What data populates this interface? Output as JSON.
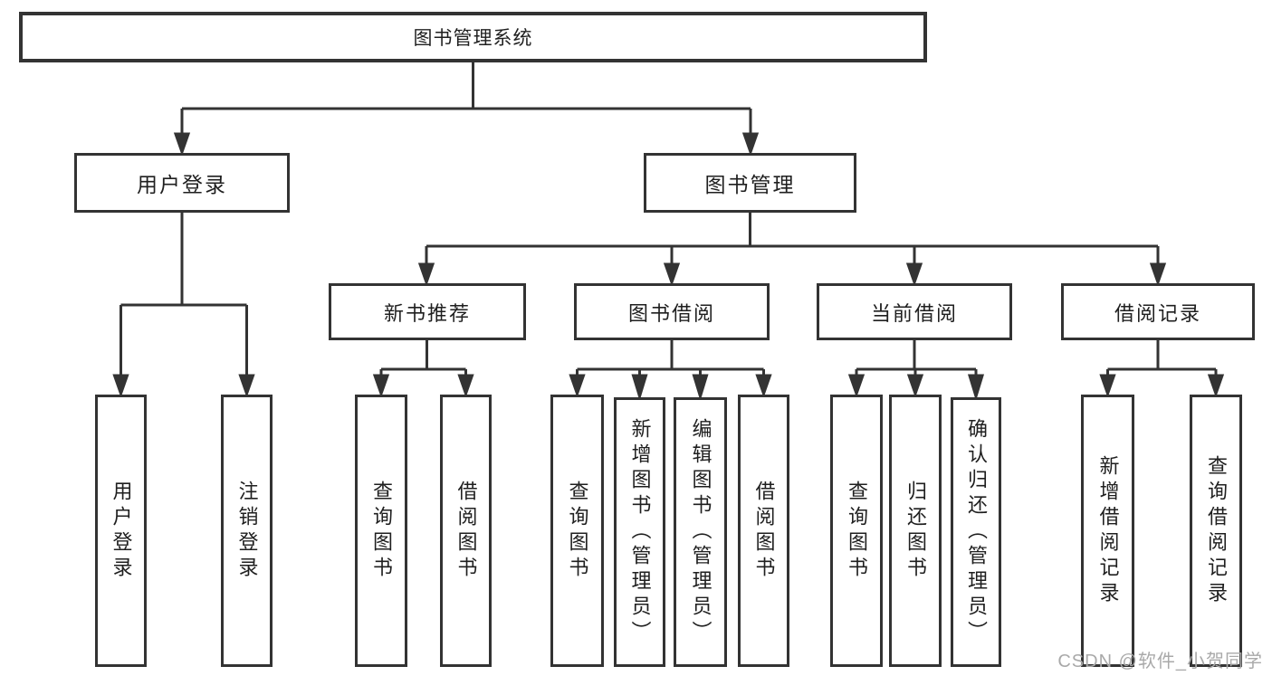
{
  "diagram": {
    "title": "图书管理系统",
    "root": {
      "label": "图书管理系统"
    },
    "level2": {
      "user_login": {
        "label": "用户登录"
      },
      "book_management": {
        "label": "图书管理"
      }
    },
    "level3": {
      "new_book_recommend": {
        "label": "新书推荐"
      },
      "book_borrow": {
        "label": "图书借阅"
      },
      "current_borrow": {
        "label": "当前借阅"
      },
      "borrow_records": {
        "label": "借阅记录"
      }
    },
    "leaves": {
      "user_login": [
        "用户登录",
        "注销登录"
      ],
      "new_book_recommend": [
        "查询图书",
        "借阅图书"
      ],
      "book_borrow": [
        "查询图书",
        "新增图书（管理员）",
        "编辑图书（管理员）",
        "借阅图书"
      ],
      "current_borrow": [
        "查询图书",
        "归还图书",
        "确认归还（管理员）"
      ],
      "borrow_records": [
        "新增借阅记录",
        "查询借阅记录"
      ]
    },
    "colors": {
      "line": "#333333",
      "text": "#1f1f1f",
      "box_background": "#ffffff",
      "watermark": "#a9a9a9"
    },
    "watermark": "CSDN @软件_小贺同学"
  }
}
